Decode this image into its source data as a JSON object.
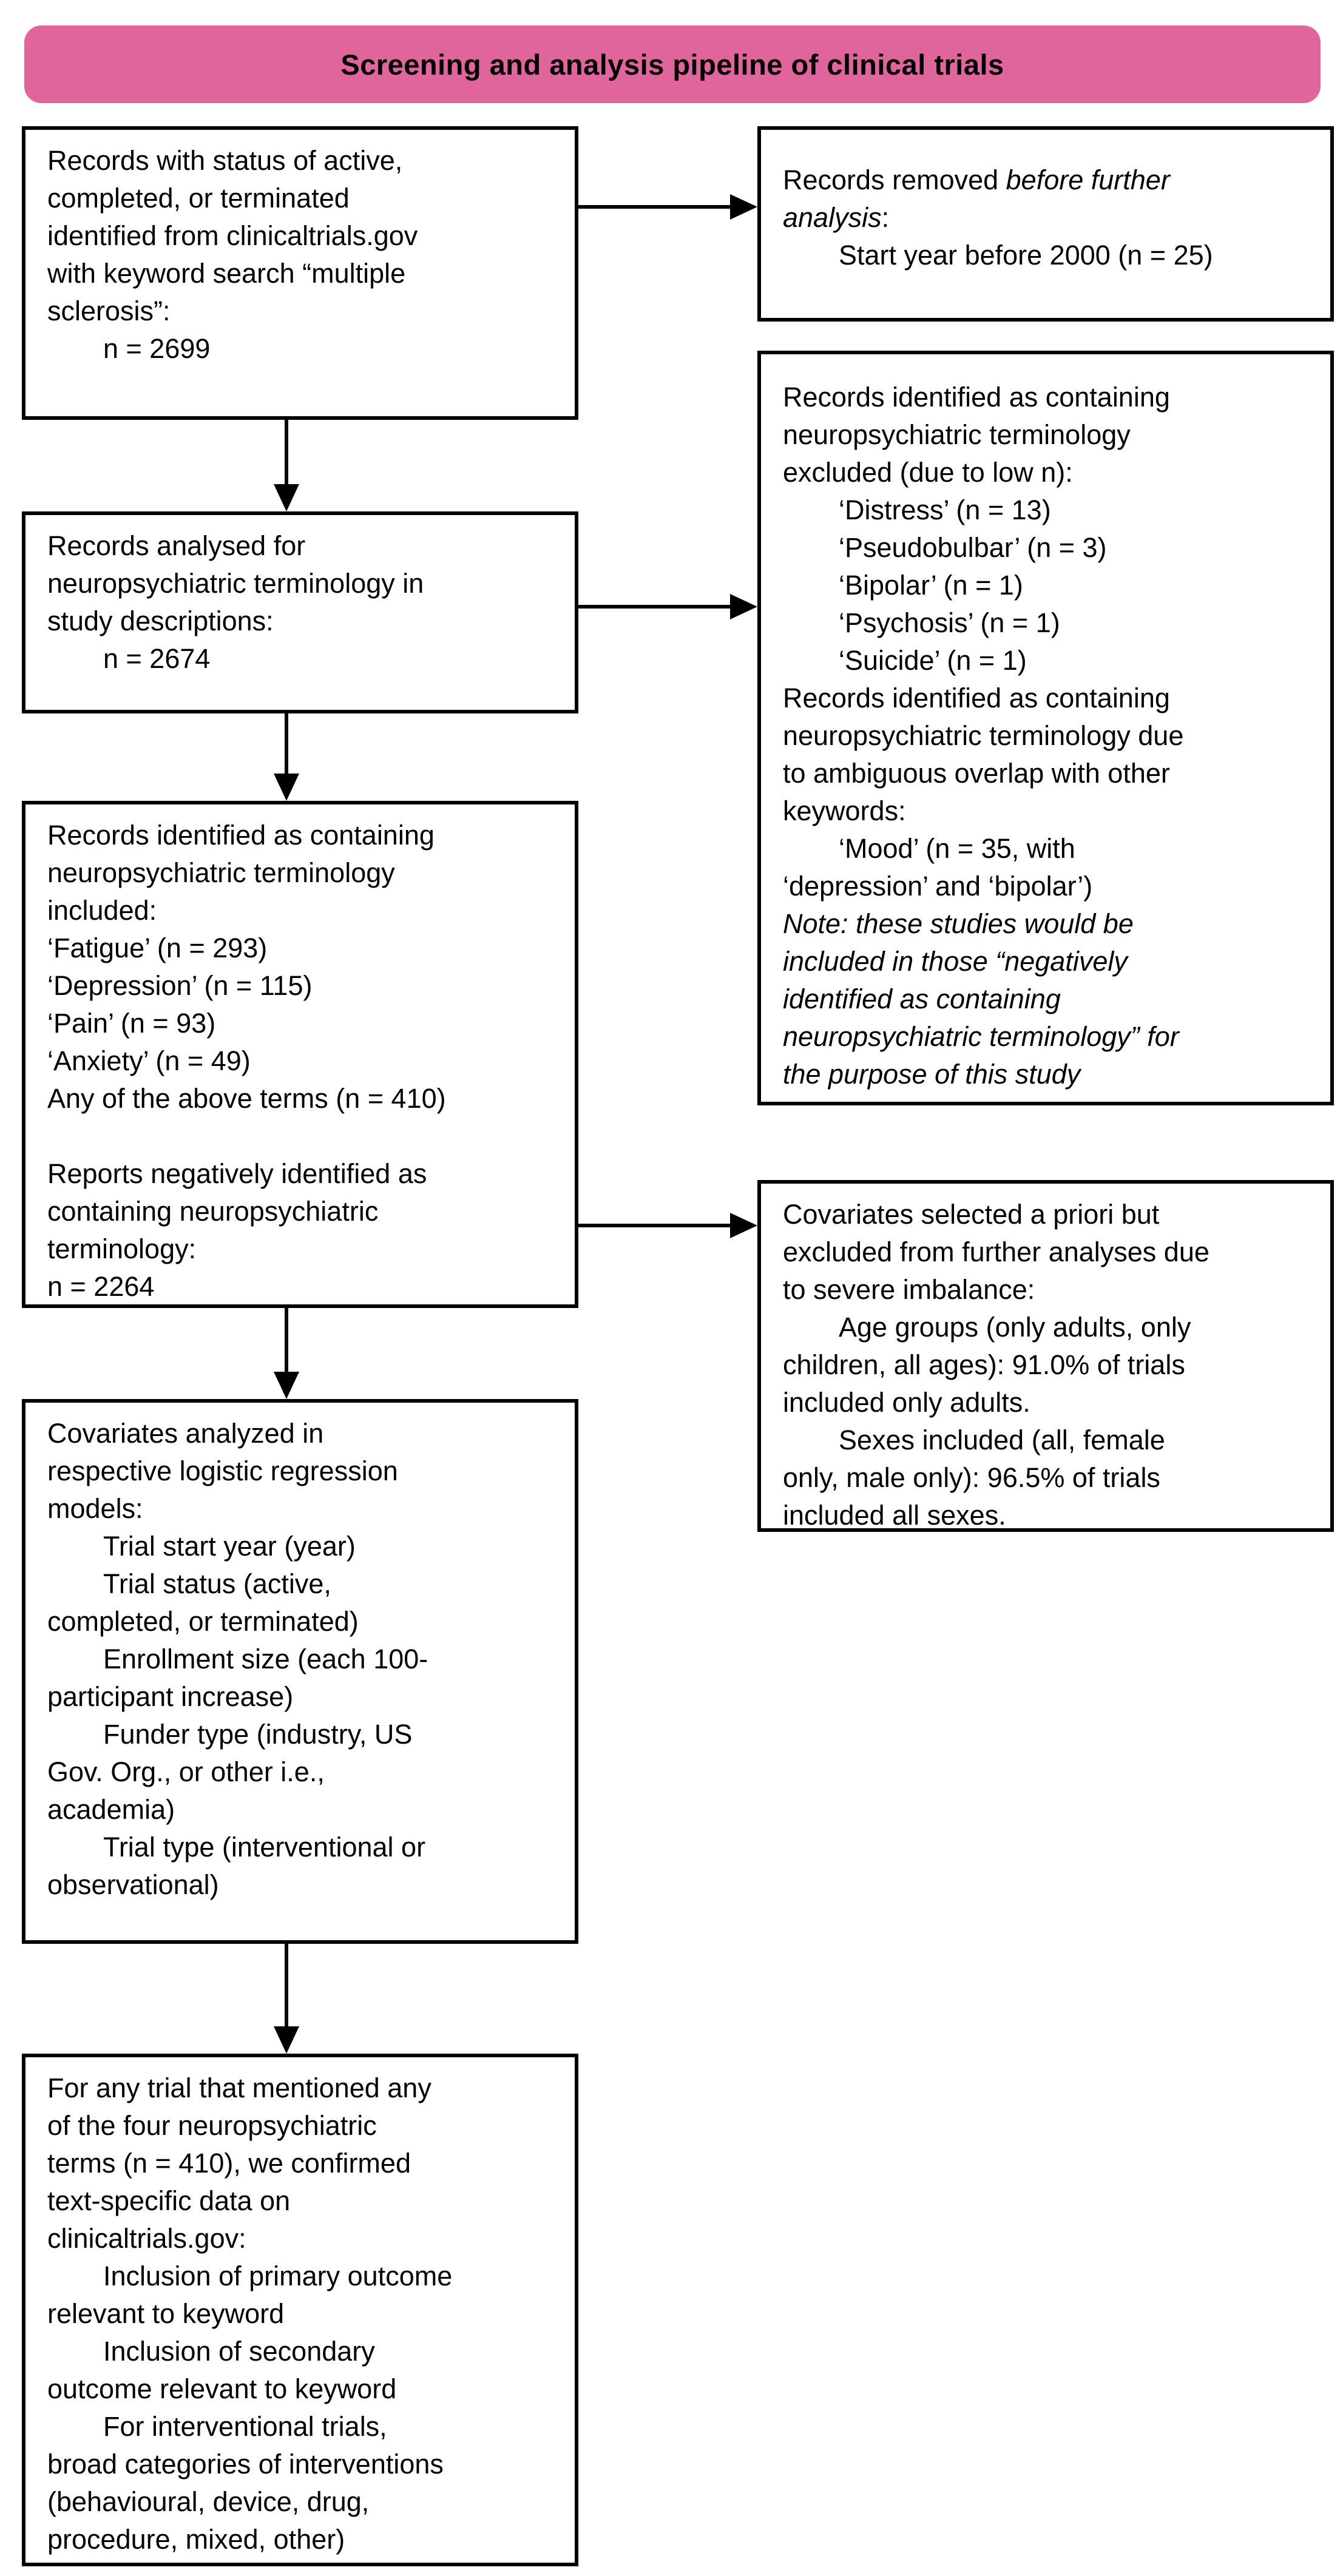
{
  "title": {
    "label": "Screening and analysis pipeline of clinical trials"
  },
  "colors": {
    "banner_bg": "#e0659c",
    "box_border": "#000000",
    "text": "#000000",
    "background": "#ffffff"
  },
  "boxes": [
    {
      "id": "records-initial",
      "column": "left",
      "lines": [
        {
          "indent": false,
          "parts": [
            {
              "text": "Records with status of active,",
              "italic": false
            }
          ]
        },
        {
          "indent": false,
          "parts": [
            {
              "text": "completed, or terminated",
              "italic": false
            }
          ]
        },
        {
          "indent": false,
          "parts": [
            {
              "text": "identified from clinicaltrials.gov",
              "italic": false
            }
          ]
        },
        {
          "indent": false,
          "parts": [
            {
              "text": "with keyword search “multiple",
              "italic": false
            }
          ]
        },
        {
          "indent": false,
          "parts": [
            {
              "text": "sclerosis”:",
              "italic": false
            }
          ]
        },
        {
          "indent": true,
          "parts": [
            {
              "text": "n = 2699",
              "italic": false
            }
          ]
        }
      ]
    },
    {
      "id": "records-analysed",
      "column": "left",
      "lines": [
        {
          "indent": false,
          "parts": [
            {
              "text": "Records analysed for",
              "italic": false
            }
          ]
        },
        {
          "indent": false,
          "parts": [
            {
              "text": "neuropsychiatric terminology in",
              "italic": false
            }
          ]
        },
        {
          "indent": false,
          "parts": [
            {
              "text": "study descriptions:",
              "italic": false
            }
          ]
        },
        {
          "indent": true,
          "parts": [
            {
              "text": "n = 2674",
              "italic": false
            }
          ]
        }
      ]
    },
    {
      "id": "records-included",
      "column": "left",
      "lines": [
        {
          "indent": false,
          "parts": [
            {
              "text": "Records identified as containing",
              "italic": false
            }
          ]
        },
        {
          "indent": false,
          "parts": [
            {
              "text": "neuropsychiatric terminology",
              "italic": false
            }
          ]
        },
        {
          "indent": false,
          "parts": [
            {
              "text": "included:",
              "italic": false
            }
          ]
        },
        {
          "indent": false,
          "parts": [
            {
              "text": "‘Fatigue’ (n = 293)",
              "italic": false
            }
          ]
        },
        {
          "indent": false,
          "parts": [
            {
              "text": "‘Depression’ (n = 115)",
              "italic": false
            }
          ]
        },
        {
          "indent": false,
          "parts": [
            {
              "text": "‘Pain’ (n = 93)",
              "italic": false
            }
          ]
        },
        {
          "indent": false,
          "parts": [
            {
              "text": "‘Anxiety’ (n = 49)",
              "italic": false
            }
          ]
        },
        {
          "indent": false,
          "parts": [
            {
              "text": "Any of the above terms (n = 410)",
              "italic": false
            }
          ]
        },
        {
          "indent": false,
          "parts": []
        },
        {
          "indent": false,
          "parts": [
            {
              "text": "Reports negatively identified as",
              "italic": false
            }
          ]
        },
        {
          "indent": false,
          "parts": [
            {
              "text": "containing neuropsychiatric",
              "italic": false
            }
          ]
        },
        {
          "indent": false,
          "parts": [
            {
              "text": "terminology:",
              "italic": false
            }
          ]
        },
        {
          "indent": false,
          "parts": [
            {
              "text": "n = 2264",
              "italic": false
            }
          ]
        }
      ]
    },
    {
      "id": "covariates-analyzed",
      "column": "left",
      "lines": [
        {
          "indent": false,
          "parts": [
            {
              "text": "Covariates analyzed in",
              "italic": false
            }
          ]
        },
        {
          "indent": false,
          "parts": [
            {
              "text": "respective logistic regression",
              "italic": false
            }
          ]
        },
        {
          "indent": false,
          "parts": [
            {
              "text": "models:",
              "italic": false
            }
          ]
        },
        {
          "indent": true,
          "parts": [
            {
              "text": "Trial start year (year)",
              "italic": false
            }
          ]
        },
        {
          "indent": true,
          "parts": [
            {
              "text": "Trial status (active,",
              "italic": false
            }
          ]
        },
        {
          "indent": false,
          "parts": [
            {
              "text": "completed, or terminated)",
              "italic": false
            }
          ]
        },
        {
          "indent": true,
          "parts": [
            {
              "text": "Enrollment size (each 100-",
              "italic": false
            }
          ]
        },
        {
          "indent": false,
          "parts": [
            {
              "text": "participant increase)",
              "italic": false
            }
          ]
        },
        {
          "indent": true,
          "parts": [
            {
              "text": "Funder type (industry, US",
              "italic": false
            }
          ]
        },
        {
          "indent": false,
          "parts": [
            {
              "text": "Gov. Org., or other i.e.,",
              "italic": false
            }
          ]
        },
        {
          "indent": false,
          "parts": [
            {
              "text": "academia)",
              "italic": false
            }
          ]
        },
        {
          "indent": true,
          "parts": [
            {
              "text": "Trial type (interventional or",
              "italic": false
            }
          ]
        },
        {
          "indent": false,
          "parts": [
            {
              "text": "observational)",
              "italic": false
            }
          ]
        }
      ]
    },
    {
      "id": "trial-confirmation",
      "column": "left",
      "lines": [
        {
          "indent": false,
          "parts": [
            {
              "text": "For any trial that mentioned any",
              "italic": false
            }
          ]
        },
        {
          "indent": false,
          "parts": [
            {
              "text": "of the four neuropsychiatric",
              "italic": false
            }
          ]
        },
        {
          "indent": false,
          "parts": [
            {
              "text": "terms (n = 410), we confirmed",
              "italic": false
            }
          ]
        },
        {
          "indent": false,
          "parts": [
            {
              "text": "text-specific data on",
              "italic": false
            }
          ]
        },
        {
          "indent": false,
          "parts": [
            {
              "text": "clinicaltrials.gov:",
              "italic": false
            }
          ]
        },
        {
          "indent": true,
          "parts": [
            {
              "text": "Inclusion of primary outcome",
              "italic": false
            }
          ]
        },
        {
          "indent": false,
          "parts": [
            {
              "text": "relevant to keyword",
              "italic": false
            }
          ]
        },
        {
          "indent": true,
          "parts": [
            {
              "text": "Inclusion of secondary",
              "italic": false
            }
          ]
        },
        {
          "indent": false,
          "parts": [
            {
              "text": "outcome relevant to keyword",
              "italic": false
            }
          ]
        },
        {
          "indent": true,
          "parts": [
            {
              "text": "For interventional trials,",
              "italic": false
            }
          ]
        },
        {
          "indent": false,
          "parts": [
            {
              "text": "broad categories of interventions",
              "italic": false
            }
          ]
        },
        {
          "indent": false,
          "parts": [
            {
              "text": "(behavioural, device, drug,",
              "italic": false
            }
          ]
        },
        {
          "indent": false,
          "parts": [
            {
              "text": "procedure, mixed, other)",
              "italic": false
            }
          ]
        }
      ]
    },
    {
      "id": "records-removed",
      "column": "right",
      "lines": [
        {
          "indent": false,
          "parts": [
            {
              "text": "Records removed ",
              "italic": false
            },
            {
              "text": "before further",
              "italic": true
            }
          ]
        },
        {
          "indent": false,
          "parts": [
            {
              "text": "analysis",
              "italic": true
            },
            {
              "text": ":",
              "italic": false
            }
          ]
        },
        {
          "indent": true,
          "parts": [
            {
              "text": "Start year before 2000 (n = 25)",
              "italic": false
            }
          ]
        }
      ]
    },
    {
      "id": "terms-excluded",
      "column": "right",
      "lines": [
        {
          "indent": false,
          "parts": [
            {
              "text": "Records identified as containing",
              "italic": false
            }
          ]
        },
        {
          "indent": false,
          "parts": [
            {
              "text": "neuropsychiatric terminology",
              "italic": false
            }
          ]
        },
        {
          "indent": false,
          "parts": [
            {
              "text": "excluded (due to low n):",
              "italic": false
            }
          ]
        },
        {
          "indent": true,
          "parts": [
            {
              "text": "‘Distress’ (n = 13)",
              "italic": false
            }
          ]
        },
        {
          "indent": true,
          "parts": [
            {
              "text": "‘Pseudobulbar’ (n = 3)",
              "italic": false
            }
          ]
        },
        {
          "indent": true,
          "parts": [
            {
              "text": "‘Bipolar’ (n = 1)",
              "italic": false
            }
          ]
        },
        {
          "indent": true,
          "parts": [
            {
              "text": "‘Psychosis’ (n = 1)",
              "italic": false
            }
          ]
        },
        {
          "indent": true,
          "parts": [
            {
              "text": "‘Suicide’ (n = 1)",
              "italic": false
            }
          ]
        },
        {
          "indent": false,
          "parts": [
            {
              "text": "Records identified as containing",
              "italic": false
            }
          ]
        },
        {
          "indent": false,
          "parts": [
            {
              "text": "neuropsychiatric terminology due",
              "italic": false
            }
          ]
        },
        {
          "indent": false,
          "parts": [
            {
              "text": "to ambiguous overlap with other",
              "italic": false
            }
          ]
        },
        {
          "indent": false,
          "parts": [
            {
              "text": "keywords:",
              "italic": false
            }
          ]
        },
        {
          "indent": true,
          "parts": [
            {
              "text": "‘Mood’ (n = 35, with",
              "italic": false
            }
          ]
        },
        {
          "indent": false,
          "parts": [
            {
              "text": "‘depression’ and ‘bipolar’)",
              "italic": false
            }
          ]
        },
        {
          "indent": false,
          "parts": [
            {
              "text": "Note: these studies would be",
              "italic": true
            }
          ]
        },
        {
          "indent": false,
          "parts": [
            {
              "text": "included in those “negatively",
              "italic": true
            }
          ]
        },
        {
          "indent": false,
          "parts": [
            {
              "text": "identified as containing",
              "italic": true
            }
          ]
        },
        {
          "indent": false,
          "parts": [
            {
              "text": "neuropsychiatric terminology” for",
              "italic": true
            }
          ]
        },
        {
          "indent": false,
          "parts": [
            {
              "text": "the purpose of this study",
              "italic": true
            }
          ]
        }
      ]
    },
    {
      "id": "covariates-excluded",
      "column": "right",
      "lines": [
        {
          "indent": false,
          "parts": [
            {
              "text": "Covariates selected a priori but",
              "italic": false
            }
          ]
        },
        {
          "indent": false,
          "parts": [
            {
              "text": "excluded from further analyses due",
              "italic": false
            }
          ]
        },
        {
          "indent": false,
          "parts": [
            {
              "text": "to severe imbalance:",
              "italic": false
            }
          ]
        },
        {
          "indent": true,
          "parts": [
            {
              "text": "Age groups (only adults, only",
              "italic": false
            }
          ]
        },
        {
          "indent": false,
          "parts": [
            {
              "text": "children, all ages): 91.0% of trials",
              "italic": false
            }
          ]
        },
        {
          "indent": false,
          "parts": [
            {
              "text": "included only adults.",
              "italic": false
            }
          ]
        },
        {
          "indent": true,
          "parts": [
            {
              "text": "Sexes included (all, female",
              "italic": false
            }
          ]
        },
        {
          "indent": false,
          "parts": [
            {
              "text": "only, male only): 96.5% of trials",
              "italic": false
            }
          ]
        },
        {
          "indent": false,
          "parts": [
            {
              "text": "included all sexes.",
              "italic": false
            }
          ]
        }
      ]
    }
  ],
  "connections": [
    {
      "from": "records-initial",
      "to": "records-removed",
      "direction": "right"
    },
    {
      "from": "records-initial",
      "to": "records-analysed",
      "direction": "down"
    },
    {
      "from": "records-analysed",
      "to": "terms-excluded",
      "direction": "right"
    },
    {
      "from": "records-analysed",
      "to": "records-included",
      "direction": "down"
    },
    {
      "from": "records-included",
      "to": "covariates-excluded",
      "direction": "right"
    },
    {
      "from": "records-included",
      "to": "covariates-analyzed",
      "direction": "down"
    },
    {
      "from": "covariates-analyzed",
      "to": "trial-confirmation",
      "direction": "down"
    }
  ]
}
